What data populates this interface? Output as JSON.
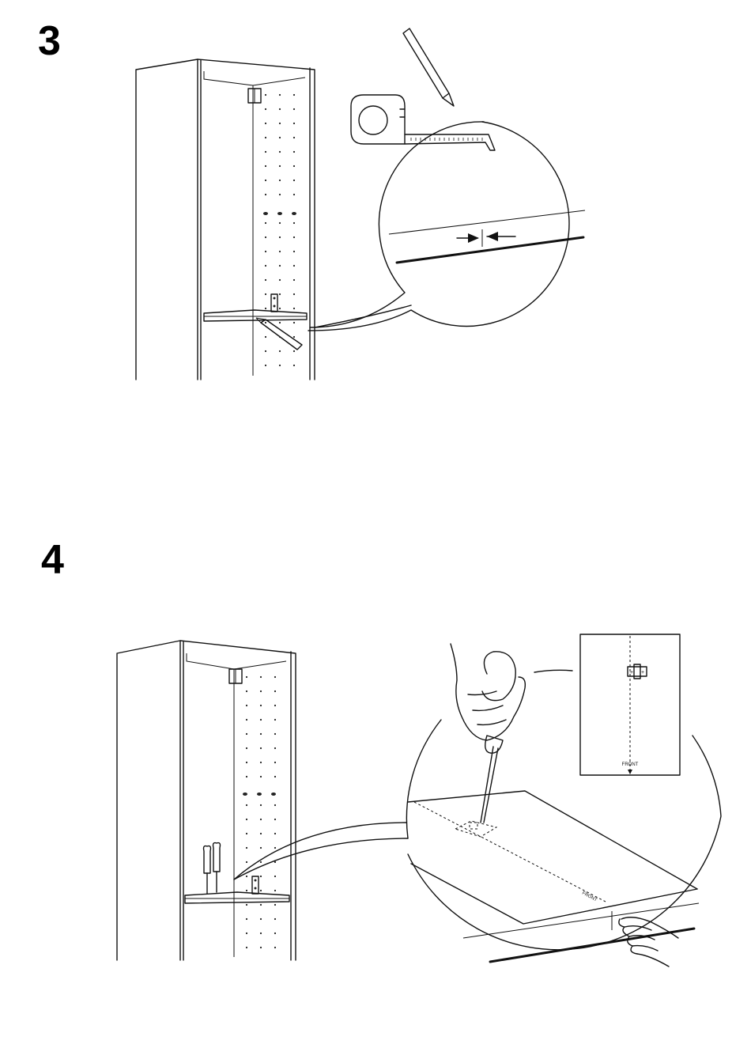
{
  "steps": [
    {
      "number": "3"
    },
    {
      "number": "4"
    }
  ],
  "step4": {
    "front_label": "FRONT",
    "detail_front_label": "FRONT"
  },
  "icons": {
    "pencil": "pencil-icon",
    "tape_measure": "tape-measure-icon",
    "screwdriver": "screwdriver-icon",
    "awl": "awl-icon",
    "hand": "hand-icon",
    "pointing_hand": "pointing-hand-icon"
  },
  "colors": {
    "ink": "#111111",
    "paper": "#ffffff"
  }
}
